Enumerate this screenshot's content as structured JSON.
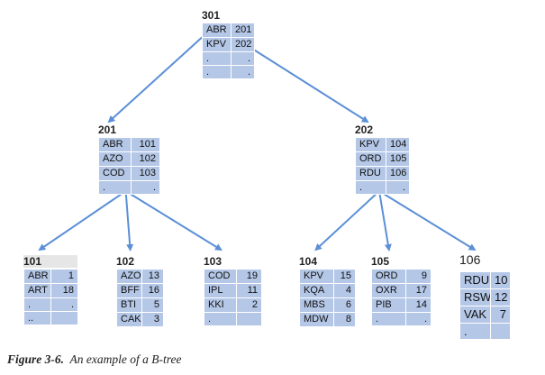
{
  "caption": {
    "label": "Figure 3-6.",
    "text": "An example of a B-tree"
  },
  "nodes": [
    {
      "name": "node-301",
      "id": "301",
      "rows": [
        [
          "ABR",
          "201"
        ],
        [
          "KPV",
          "202"
        ],
        [
          ".",
          "."
        ],
        [
          ".",
          "."
        ]
      ]
    },
    {
      "name": "node-201",
      "id": "201",
      "rows": [
        [
          "ABR",
          "101"
        ],
        [
          "AZO",
          "102"
        ],
        [
          "COD",
          "103"
        ],
        [
          ".",
          "."
        ]
      ]
    },
    {
      "name": "node-202",
      "id": "202",
      "rows": [
        [
          "KPV",
          "104"
        ],
        [
          "ORD",
          "105"
        ],
        [
          "RDU",
          "106"
        ],
        [
          ".",
          "."
        ]
      ]
    },
    {
      "name": "node-101",
      "id": "101",
      "rows": [
        [
          "ABR",
          "1"
        ],
        [
          "ART",
          "18"
        ],
        [
          ".",
          "."
        ],
        [
          "..",
          ""
        ]
      ]
    },
    {
      "name": "node-102",
      "id": "102",
      "rows": [
        [
          "AZO",
          "13"
        ],
        [
          "BFF",
          "16"
        ],
        [
          "BTI",
          "5"
        ],
        [
          "CAK",
          "3"
        ]
      ]
    },
    {
      "name": "node-103",
      "id": "103",
      "rows": [
        [
          "COD",
          "19"
        ],
        [
          "IPL",
          "11"
        ],
        [
          "KKI",
          "2"
        ],
        [
          ".",
          ""
        ]
      ]
    },
    {
      "name": "node-104",
      "id": "104",
      "rows": [
        [
          "KPV",
          "15"
        ],
        [
          "KQA",
          "4"
        ],
        [
          "MBS",
          "6"
        ],
        [
          "MDW",
          "8"
        ]
      ]
    },
    {
      "name": "node-105",
      "id": "105",
      "rows": [
        [
          "ORD",
          "9"
        ],
        [
          "OXR",
          "17"
        ],
        [
          "PIB",
          "14"
        ],
        [
          ".",
          "."
        ]
      ]
    },
    {
      "name": "node-106",
      "id": "106",
      "rows": [
        [
          "RDU",
          "10"
        ],
        [
          "RSW",
          "12"
        ],
        [
          "VAK",
          "7"
        ],
        [
          ".",
          ""
        ]
      ]
    }
  ],
  "edges": [
    {
      "from": "301",
      "to": "201"
    },
    {
      "from": "301",
      "to": "202"
    },
    {
      "from": "201",
      "to": "101"
    },
    {
      "from": "201",
      "to": "102"
    },
    {
      "from": "201",
      "to": "103"
    },
    {
      "from": "202",
      "to": "104"
    },
    {
      "from": "202",
      "to": "105"
    },
    {
      "from": "202",
      "to": "106"
    }
  ],
  "colors": {
    "cell_fill": "#b4c7e7",
    "arrow": "#5b8fd6",
    "cell_border": "#ffffff"
  }
}
